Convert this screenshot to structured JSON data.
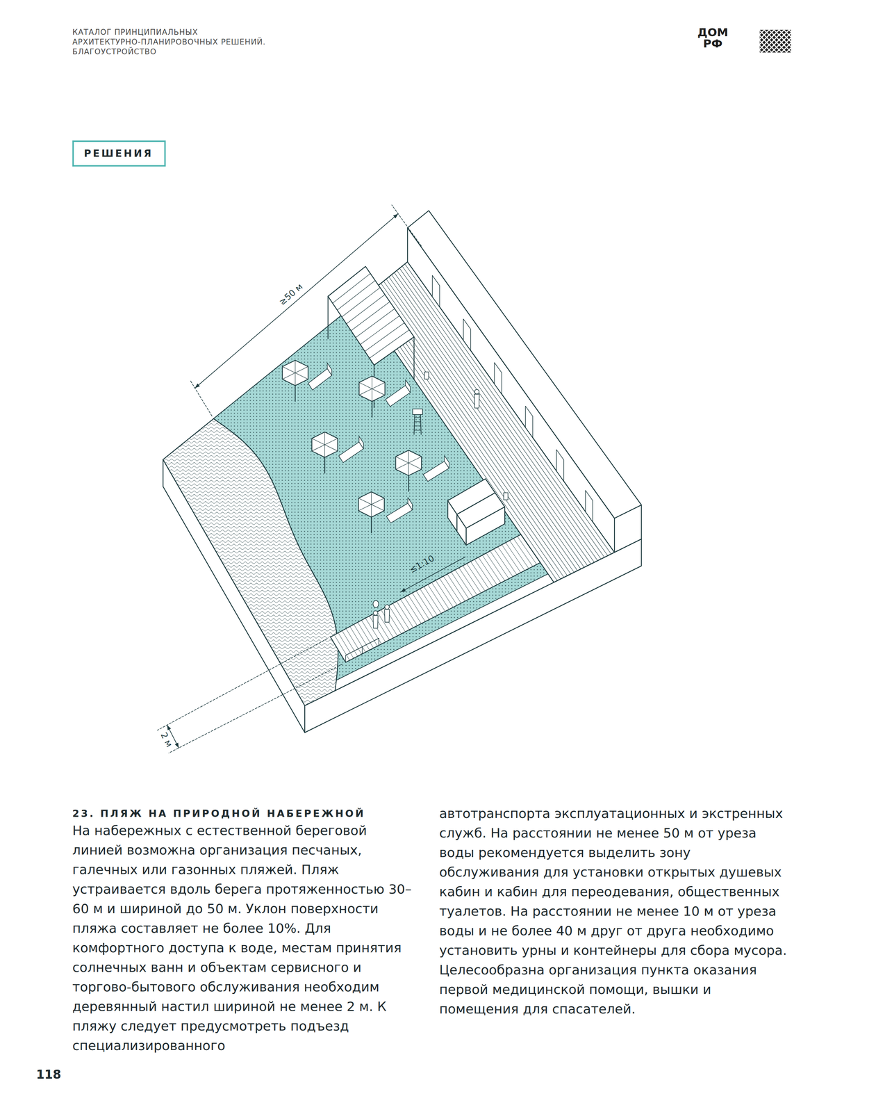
{
  "diagram": {
    "title": "23. ПЛЯЖ НА ПРИРОДНОЙ НАБЕРЕЖНОЙ",
    "nodes": [
      {
        "text": [
          "РЕШЕНИЯ"
        ]
      }
    ],
    "labels": [
      "КАТАЛОГ ПРИНЦИПИАЛЬНЫХ АРХИТЕКТУРНО-ПЛАНИРОВОЧНЫХ РЕШЕНИЙ. БЛАГОУСТРОЙСТВО",
      "ДОМ РФ",
      "≥50 м",
      "≤1:10",
      "2 м",
      "На набережных с естественной береговой линией возможна организация песчаных, галечных или газонных пляжей. Пляж устраивается вдоль берега протяженностью 30–60 м и шириной до 50 м. Уклон поверхности пляжа составляет не более 10%. Для комфортного доступа к воде, местам принятия солнечных ванн и объектам сервисного и торгово-бытового обслуживания необходим деревянный настил шириной не менее 2 м. К пляжу следует предусмотреть подъезд специализированного",
      "автотранспорта эксплуатационных и экстренных служб. На расстоянии не менее 50 м от уреза воды рекомендуется выделить зону обслуживания для установки открытых душевых кабин и кабин для переодевания, общественных туалетов. На расстоянии не менее 10 м от уреза воды и не более 40 м друг от друга необходимо установить урны и контейнеры для сбора мусора. Целесообразна организация пункта оказания первой медицинской помощи, вышки и помещения для спасателей.",
      "118"
    ]
  }
}
